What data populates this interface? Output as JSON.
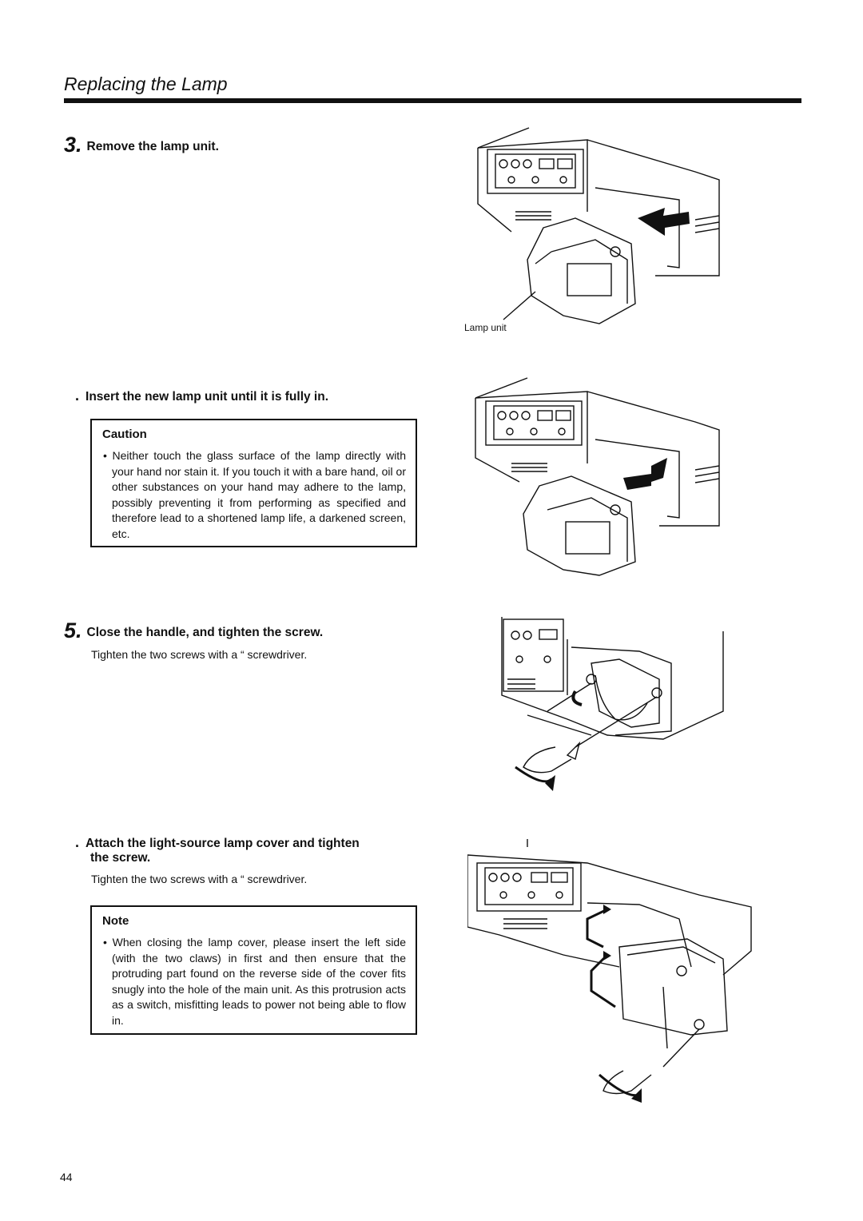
{
  "header": {
    "title": "Replacing the Lamp"
  },
  "steps": [
    {
      "number": "3.",
      "title": "Remove the lamp unit."
    },
    {
      "number": ".",
      "title": "Insert the new lamp unit until it is fully in."
    },
    {
      "number": "5.",
      "title": "Close the handle, and tighten the screw.",
      "note": "Tighten the two screws with a “    screwdriver."
    },
    {
      "number": ".",
      "title_line1": "Attach the light-source lamp cover and tighten",
      "title_line2": "the screw.",
      "note": "Tighten the two screws with a “    screwdriver."
    }
  ],
  "caution": {
    "title": "Caution",
    "text": "• Neither touch the glass surface of the lamp directly with your hand nor stain it. If you touch it with a bare hand, oil or other substances on your hand may adhere to the lamp, possibly preventing it from performing as specified and therefore lead to a shortened lamp life, a darkened screen, etc."
  },
  "note": {
    "title": "Note",
    "text": "• When closing the lamp cover, please insert the left side (with the two claws) in first and then ensure that the protruding part found on the reverse side of the cover fits snugly into the hole of the main unit. As this protrusion acts as a switch, misfitting leads to power not being able to flow in."
  },
  "figures": {
    "fig1_label": "Lamp unit"
  },
  "page": {
    "number": "44"
  }
}
